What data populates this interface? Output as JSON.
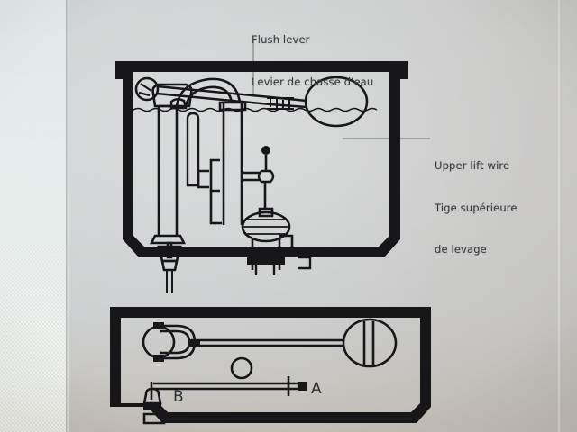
{
  "document": {
    "type": "printed-instruction-sheet",
    "subject": "Toilet tank flush mechanism diagram",
    "languages": [
      "English",
      "French"
    ]
  },
  "colors": {
    "ink": "#17171a",
    "label_text": "#3a3c3e",
    "leader_line": "#6f7275",
    "page_background": "#c9cbcb",
    "paper_strip": "#e9eeed"
  },
  "callouts": {
    "flush_lever": {
      "name": "flush-lever",
      "line_en": "Flush lever",
      "line_fr": "Levier de chasse d'eau",
      "leader": "vertical line down to lever on tank lid"
    },
    "upper_lift_wire": {
      "name": "upper-lift-wire",
      "line_en": "Upper lift wire",
      "line_fr_1": "Tige supérieure",
      "line_fr_2": "de levage",
      "leader": "horizontal line left into tank interior"
    }
  },
  "figures": {
    "tank_cutaway": {
      "name": "toilet-tank-cutaway",
      "parts": [
        "tank-lid",
        "tank-body",
        "fill-valve",
        "float-arm",
        "float-ball",
        "refill-tube",
        "overflow-tube",
        "upper-lift-wire",
        "lower-lift-wire",
        "tank-ball",
        "flush-valve-seat",
        "water-line",
        "supply-line-fitting"
      ]
    },
    "parts_tray": {
      "name": "parts-tray",
      "parts": [
        "float-arm-clevis",
        "float-ball",
        "retaining-ring",
        "lift-wire-rod"
      ],
      "markers": {
        "a": "A",
        "b": "B"
      }
    }
  }
}
